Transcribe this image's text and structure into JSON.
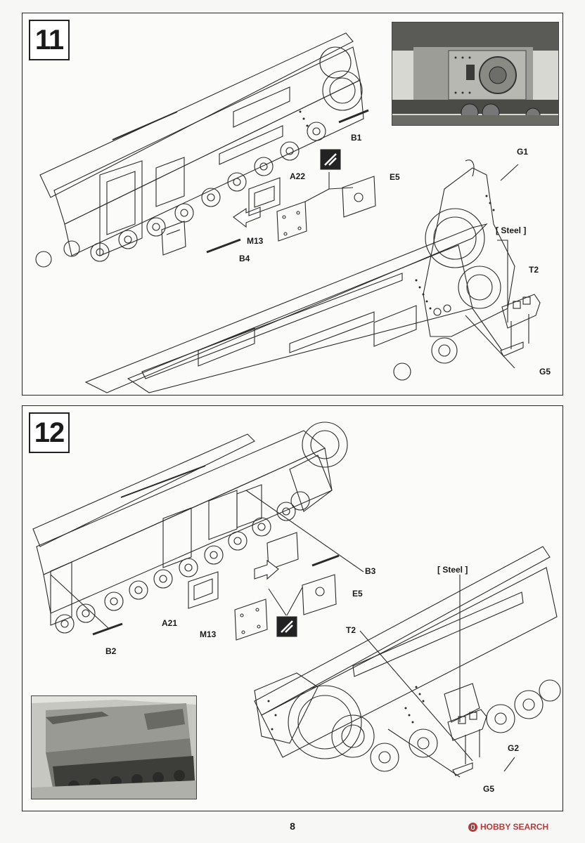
{
  "steps": [
    {
      "number": "11",
      "notes": {
        "steel": "[ Steel ]"
      },
      "labels": {
        "b1": "B1",
        "g1": "G1",
        "a22": "A22",
        "e5": "E5",
        "m13": "M13",
        "b4": "B4",
        "t2": "T2",
        "g5": "G5"
      }
    },
    {
      "number": "12",
      "notes": {
        "steel": "[ Steel ]"
      },
      "labels": {
        "b3": "B3",
        "e5": "E5",
        "a21": "A21",
        "m13": "M13",
        "b2": "B2",
        "t2": "T2",
        "g2": "G2",
        "g5": "G5"
      }
    }
  ],
  "page_number": "8",
  "watermark": "HOBBY SEARCH",
  "colors": {
    "line": "#2a2a2a",
    "photo_dark": "#3c3c3c",
    "photo_light": "#c9c9c4"
  }
}
